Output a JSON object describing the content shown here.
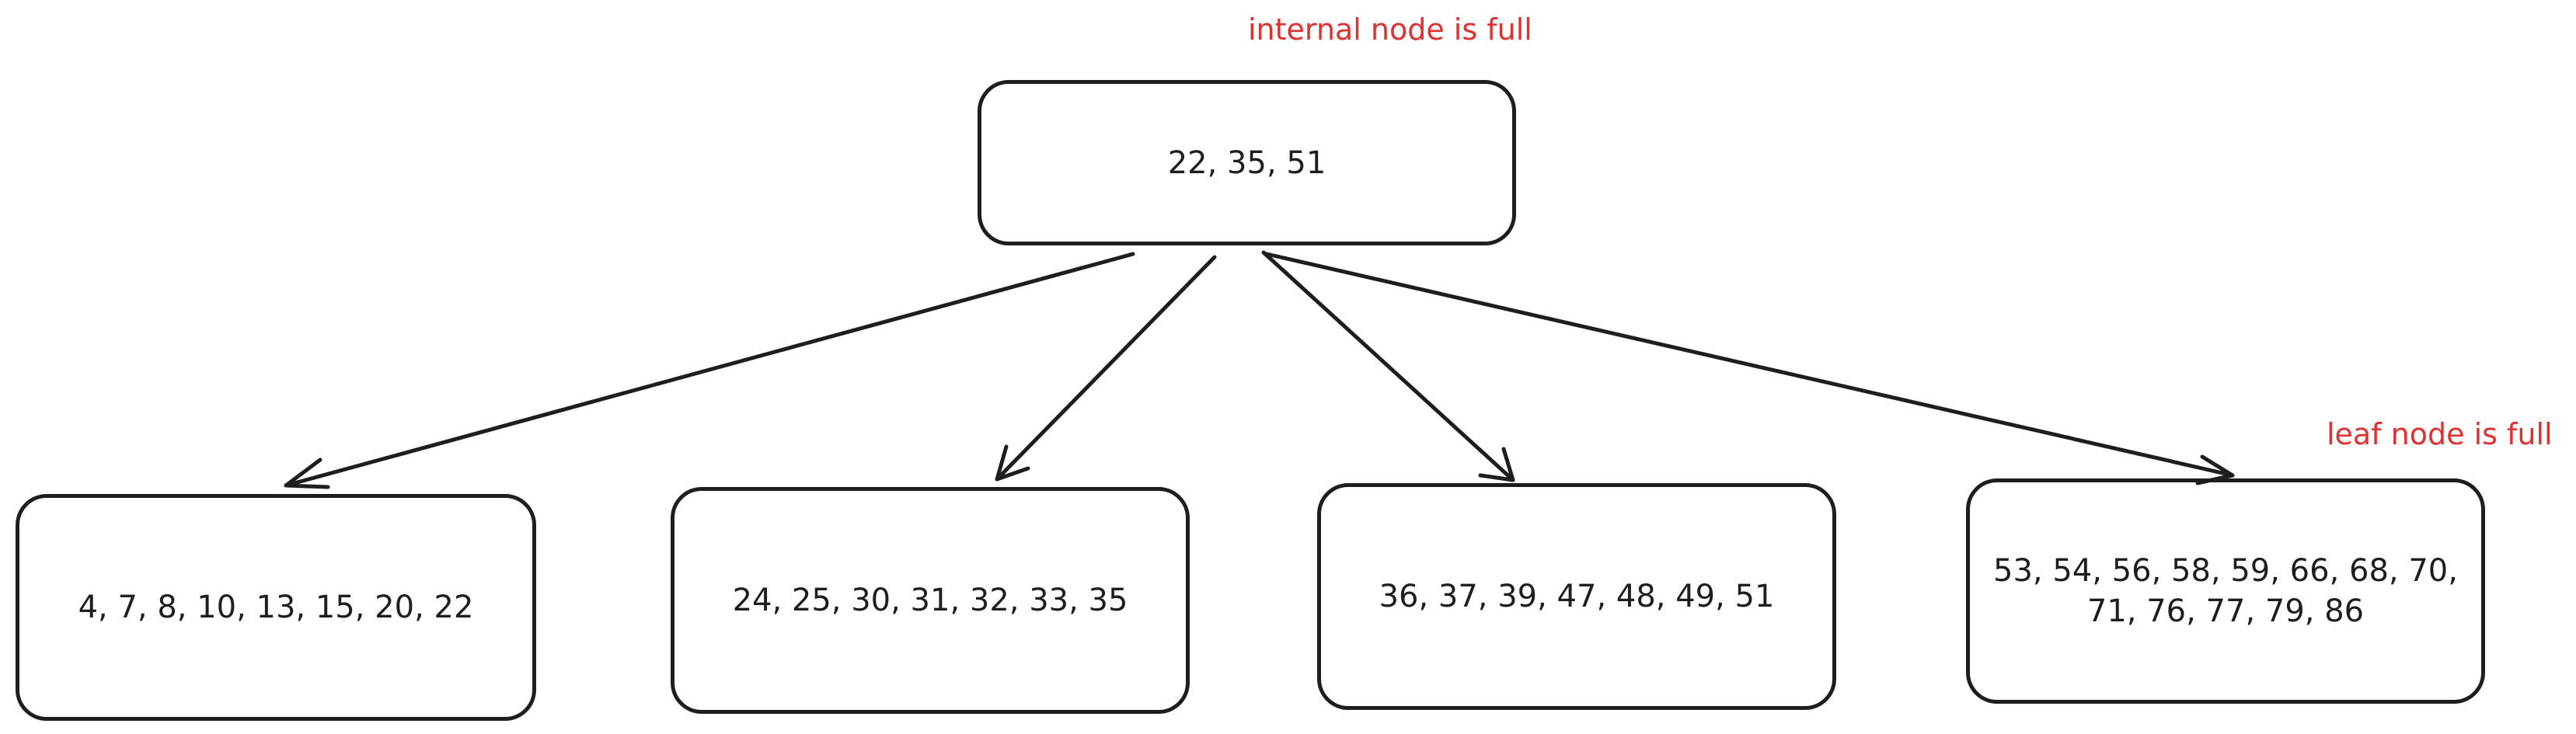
{
  "diagram": {
    "root": {
      "keys": "22, 35, 51",
      "note": "internal node is full"
    },
    "leaves": [
      {
        "keys": "4, 7, 8, 10, 13, 15, 20, 22"
      },
      {
        "keys": "24, 25, 30, 31, 32, 33, 35"
      },
      {
        "keys": "36, 37, 39, 47, 48, 49, 51"
      },
      {
        "keys": "53, 54, 56, 58, 59, 66, 68, 70, 71, 76, 77, 79, 86",
        "note": "leaf node is full"
      }
    ],
    "colors": {
      "stroke": "#1e1e1e",
      "annotation": "#e03131"
    }
  }
}
